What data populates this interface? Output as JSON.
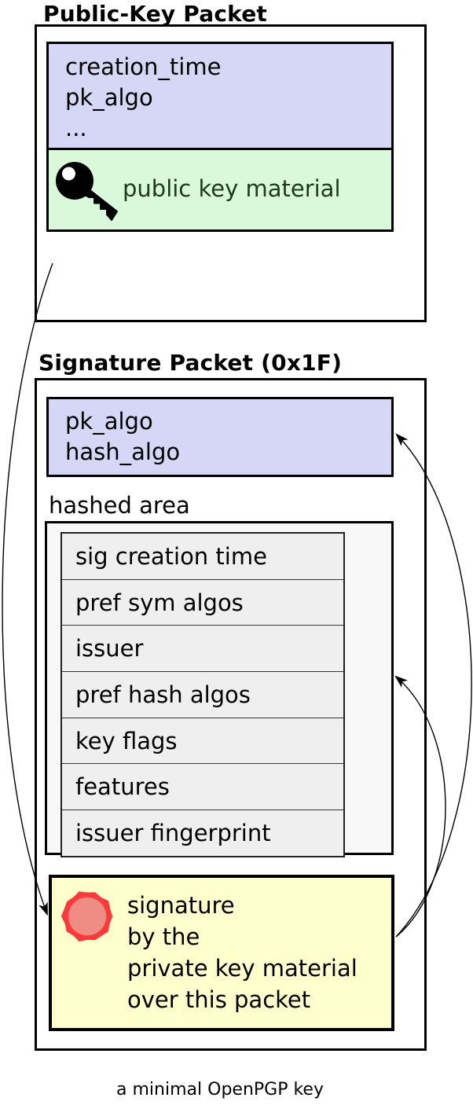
{
  "diagram": {
    "caption": "a minimal OpenPGP key",
    "public_key_packet": {
      "title": "Public-Key Packet",
      "fields": [
        "creation_time",
        "pk_algo",
        "..."
      ],
      "material_label": "public key material",
      "icon": "key-icon"
    },
    "signature_packet": {
      "title": "Signature Packet (0x1F)",
      "fields": [
        "pk_algo",
        "hash_algo"
      ],
      "hashed_area_label": "hashed area",
      "subpackets": [
        "sig creation time",
        "pref sym algos",
        "issuer",
        "pref hash algos",
        "key flags",
        "features",
        "issuer fingerprint"
      ],
      "signature_text": [
        "signature",
        "by the",
        "private key material",
        "over this packet"
      ],
      "icon": "wax-seal-icon"
    },
    "colors": {
      "field_box_fill": "#d6d6f6",
      "key_material_fill": "#daf8da",
      "key_material_text": "#1c3a1c",
      "hashed_area_fill": "#f8f8f8",
      "subpacket_fill": "#efefef",
      "signature_fill": "#ffffcd",
      "seal_ring": "#fb3b3b",
      "seal_center": "#ef8d85",
      "arrow_line": "#000000"
    }
  }
}
